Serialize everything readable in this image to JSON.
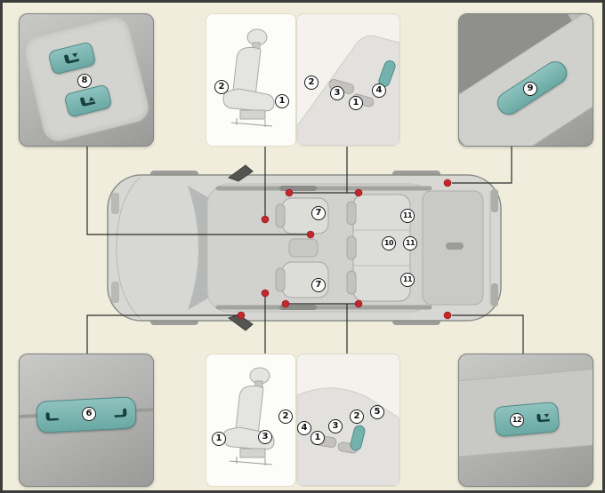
{
  "title": "Vehicle seat adjustment component locator diagram",
  "markers": {
    "n1": "1",
    "n2": "2",
    "n3": "3",
    "n4": "4",
    "n5": "5",
    "n6": "6",
    "n7": "7",
    "n8": "8",
    "n9": "9",
    "n10": "10",
    "n11": "11",
    "n12": "12"
  },
  "panels": {
    "overhead_console": {
      "position": "top-left",
      "callouts": [
        "8"
      ],
      "controls": [
        "teal-switch-upper",
        "teal-switch-lower"
      ]
    },
    "front_seat_side_top": {
      "position": "top-center-left",
      "callouts": [
        "2",
        "1"
      ]
    },
    "seat_switch_cluster_top": {
      "position": "top-center-right",
      "callouts": [
        "2",
        "3",
        "1",
        "4"
      ],
      "controls": [
        "teal-lever"
      ]
    },
    "door_panel_switch": {
      "position": "top-right",
      "callouts": [
        "9"
      ],
      "controls": [
        "teal-switch"
      ]
    },
    "vehicle_top_view": {
      "position": "center",
      "callouts": [
        "7",
        "7",
        "11",
        "10",
        "11",
        "11"
      ]
    },
    "console_switch_panel": {
      "position": "bottom-left",
      "callouts": [
        "6"
      ],
      "controls": [
        "teal-switch-bar"
      ]
    },
    "front_seat_side_bottom": {
      "position": "bottom-center-left",
      "callouts": [
        "2",
        "3",
        "1"
      ]
    },
    "seat_switch_cluster_bottom": {
      "position": "bottom-center-right",
      "callouts": [
        "4",
        "1",
        "3",
        "2",
        "5"
      ],
      "controls": [
        "teal-lever"
      ]
    },
    "cargo_area_switch": {
      "position": "bottom-right",
      "callouts": [
        "12"
      ],
      "controls": [
        "teal-switch"
      ]
    }
  },
  "colors": {
    "background": "#f0eddc",
    "frame": "#3c3c3a",
    "teal": "#74b2ae",
    "teal_border": "#4d8b87",
    "teal_icon": "#16413f",
    "red_dot": "#c1272d",
    "panel_gray": "#b1b1af",
    "car_body": "#d7d7d4"
  }
}
